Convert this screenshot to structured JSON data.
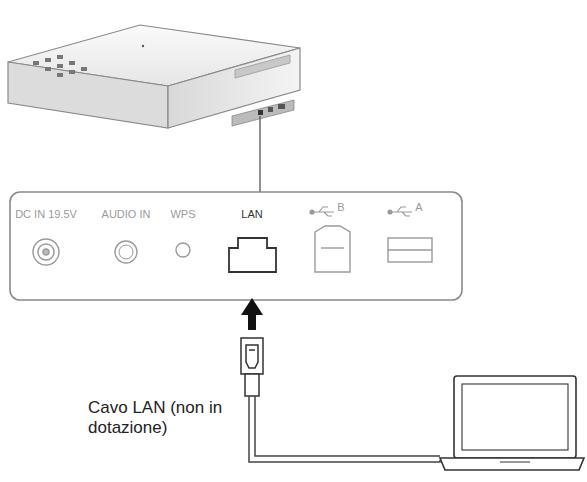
{
  "diagram": {
    "nodes": [
      {
        "text": [
          "DC IN 19.5V",
          "AUDIO IN",
          "WPS",
          "LAN",
          "B",
          "A"
        ]
      }
    ],
    "labels": [
      "Cavo LAN (non in dotazione)"
    ]
  }
}
